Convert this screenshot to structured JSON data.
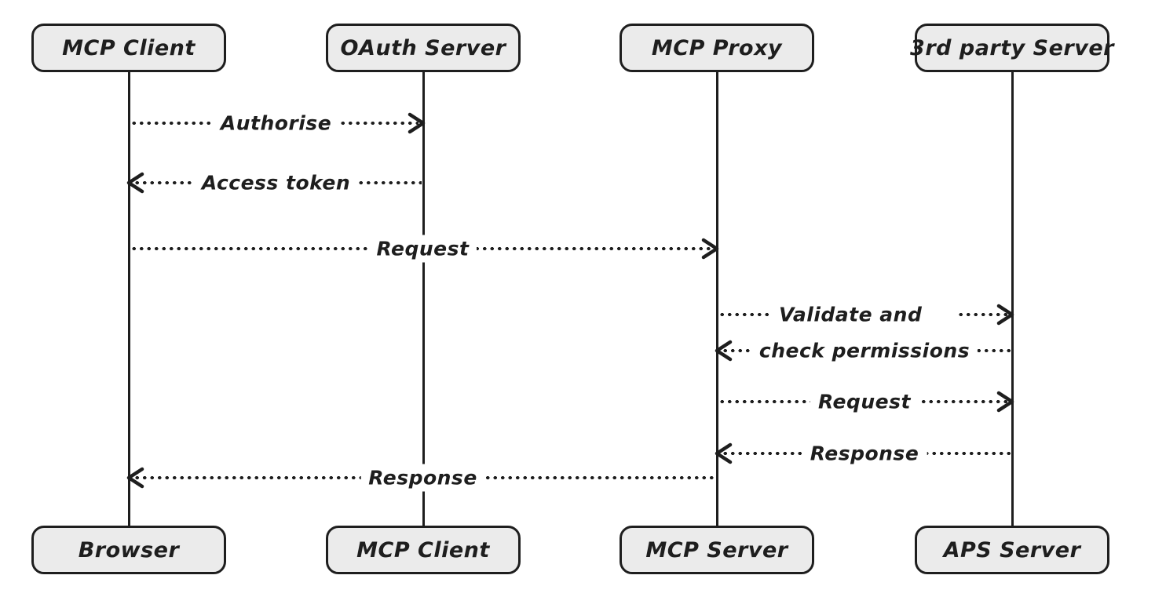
{
  "colors": {
    "background": "#ffffff",
    "ink": "#1e1e1e",
    "box_fill": "#ebebeb"
  },
  "actors": {
    "top": [
      "MCP Client",
      "OAuth Server",
      "MCP Proxy",
      "3rd party Server"
    ],
    "bottom": [
      "Browser",
      "MCP Client",
      "MCP Server",
      "APS Server"
    ]
  },
  "messages": [
    {
      "label": "Authorise",
      "from": "MCP Client",
      "to": "OAuth Server",
      "direction": "right",
      "style": "dotted"
    },
    {
      "label": "Access token",
      "from": "OAuth Server",
      "to": "MCP Client",
      "direction": "left",
      "style": "dotted"
    },
    {
      "label": "Request",
      "from": "MCP Client",
      "to": "MCP Proxy",
      "direction": "right",
      "style": "dotted"
    },
    {
      "label": "Validate and",
      "from": "MCP Proxy",
      "to": "3rd party Server",
      "direction": "right",
      "style": "dotted"
    },
    {
      "label": "check permissions",
      "from": "3rd party Server",
      "to": "MCP Proxy",
      "direction": "left",
      "style": "dotted"
    },
    {
      "label": "Request",
      "from": "MCP Proxy",
      "to": "3rd party Server",
      "direction": "right",
      "style": "dotted"
    },
    {
      "label": "Response",
      "from": "3rd party Server",
      "to": "MCP Proxy",
      "direction": "left",
      "style": "dotted"
    },
    {
      "label": "Response",
      "from": "MCP Proxy",
      "to": "MCP Client",
      "direction": "left",
      "style": "dotted"
    }
  ]
}
